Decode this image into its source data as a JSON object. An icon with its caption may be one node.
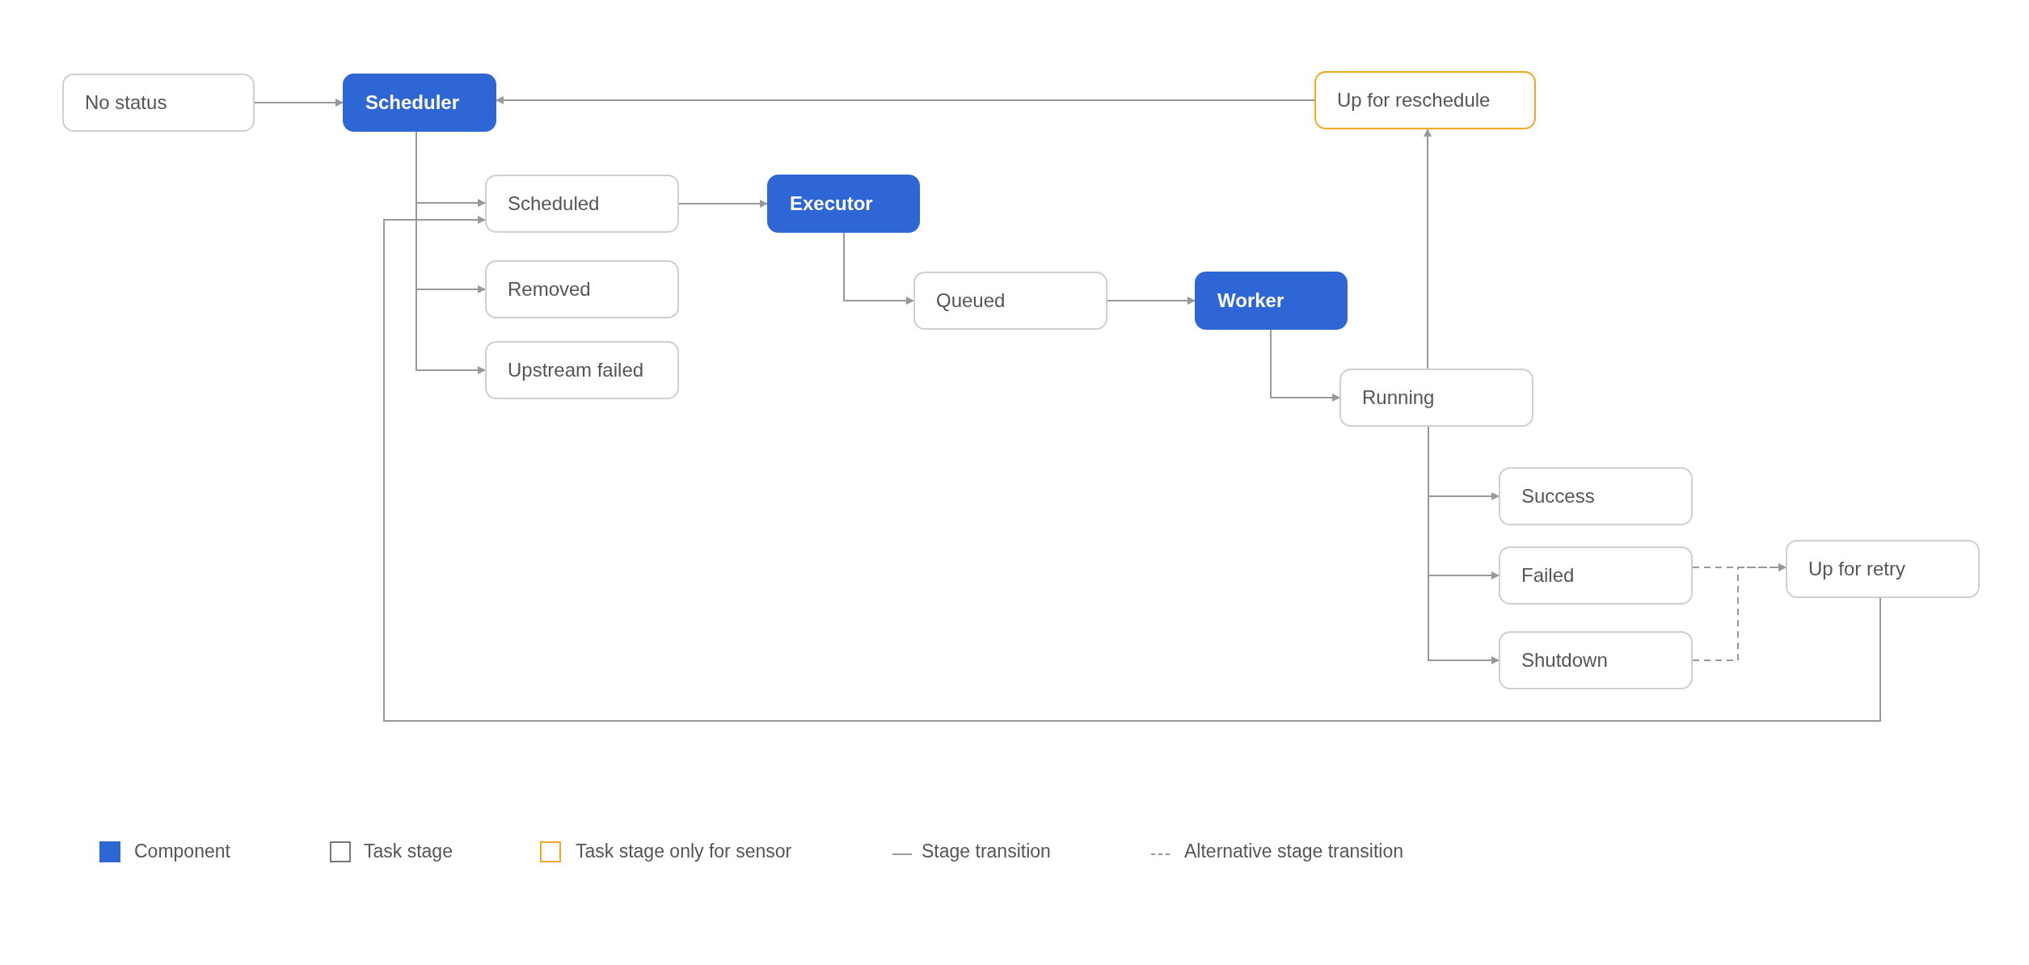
{
  "diagram": {
    "nodes": [
      {
        "text": [
          "No status"
        ]
      },
      {
        "text": [
          "Scheduler"
        ]
      },
      {
        "text": [
          "Up for reschedule"
        ]
      },
      {
        "text": [
          "Scheduled"
        ]
      },
      {
        "text": [
          "Executor"
        ]
      },
      {
        "text": [
          "Removed"
        ]
      },
      {
        "text": [
          "Queued"
        ]
      },
      {
        "text": [
          "Worker"
        ]
      },
      {
        "text": [
          "Upstream failed"
        ]
      },
      {
        "text": [
          "Running"
        ]
      },
      {
        "text": [
          "Success"
        ]
      },
      {
        "text": [
          "Failed"
        ]
      },
      {
        "text": [
          "Up for retry"
        ]
      },
      {
        "text": [
          "Shutdown"
        ]
      }
    ],
    "edges": [
      {
        "from": 0,
        "to": 1,
        "arrow": "to"
      },
      {
        "from": 2,
        "to": 1,
        "arrow": "to"
      },
      {
        "from": 1,
        "to": 3,
        "arrow": "to"
      },
      {
        "from": 1,
        "to": 5,
        "arrow": "to"
      },
      {
        "from": 1,
        "to": 8,
        "arrow": "to"
      },
      {
        "from": 3,
        "to": 4,
        "arrow": "to"
      },
      {
        "from": 4,
        "to": 6,
        "arrow": "to"
      },
      {
        "from": 6,
        "to": 7,
        "arrow": "to"
      },
      {
        "from": 7,
        "to": 9,
        "arrow": "to"
      },
      {
        "from": 9,
        "to": 2,
        "arrow": "to"
      },
      {
        "from": 9,
        "to": 10,
        "arrow": "to"
      },
      {
        "from": 9,
        "to": 11,
        "arrow": "to"
      },
      {
        "from": 9,
        "to": 13,
        "arrow": "to"
      },
      {
        "from": 11,
        "to": 12,
        "arrow": "to",
        "style": "dashed"
      },
      {
        "from": 13,
        "to": 12,
        "arrow": "to",
        "style": "dashed"
      },
      {
        "from": 12,
        "to": 3,
        "arrow": "to"
      }
    ],
    "legend": [
      {
        "text": "Component",
        "color": "#2f66d6"
      },
      {
        "text": "Task stage"
      },
      {
        "text": "Task stage only for sensor"
      },
      {
        "text": "Stage transition"
      },
      {
        "text": "Alternative stage transition"
      }
    ]
  }
}
